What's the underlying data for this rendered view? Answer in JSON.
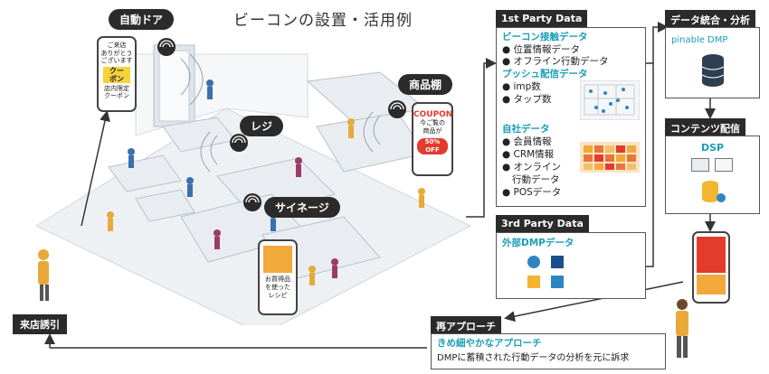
{
  "title": "ビーコンの設置・活用例",
  "store": {
    "auto_door": "自動ドア",
    "shelf": "商品棚",
    "register": "レジ",
    "signage": "サイネージ",
    "visit": "来店誘引",
    "door_phone": [
      "ご来店",
      "ありがとう",
      "ございます",
      "ク",
      "ー",
      "ポン",
      "店内限定",
      "クーポン"
    ],
    "shelf_phone": [
      "COUPON",
      "今ご覧の",
      "商品が",
      "50% OFF"
    ],
    "signage_phone": [
      "お買得品",
      "を使った",
      "レシピ"
    ]
  },
  "first_party": {
    "header": "1st Party Data",
    "beacon_title": "ビーコン接触データ",
    "beacon_items": [
      "位置情報データ",
      "オフライン行動データ"
    ],
    "push_title": "プッシュ配信データ",
    "push_items": [
      "imp数",
      "タップ数"
    ],
    "own_title": "自社データ",
    "own_items": [
      "会員情報",
      "CRM情報",
      "オンライン",
      "行動データ",
      "POSデータ"
    ]
  },
  "third_party": {
    "header": "3rd Party Data",
    "sub": "外部DMPデータ"
  },
  "integration": {
    "header": "データ統合・分析",
    "logo": "pinable DMP"
  },
  "content": {
    "header": "コンテンツ配信",
    "dsp": "DSP"
  },
  "reapproach": {
    "header": "再アプローチ",
    "line1": "きめ細やかなアプローチ",
    "line2": "DMPに蓄積された行動データの分析を元に訴求"
  },
  "colors": {
    "teal": "#1a9fb5",
    "dark": "#2b2b2b",
    "orange": "#f2a93b",
    "red": "#e33b2e"
  }
}
